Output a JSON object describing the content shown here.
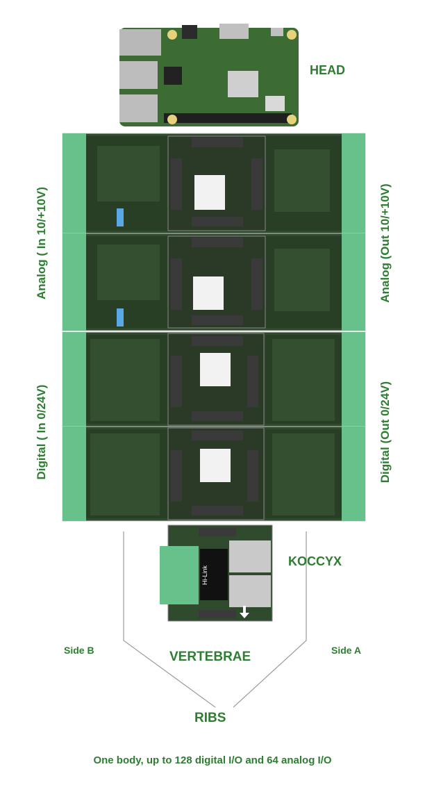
{
  "labels": {
    "head": "HEAD",
    "koccyx": "KOCCYX",
    "vertebrae": "VERTEBRAE",
    "ribs": "RIBS",
    "side_b": "Side B",
    "side_a": "Side A",
    "analog_in": "Analog  ( In 10/+10V)",
    "analog_out": "Analog  (Out 10/+10V)",
    "digital_in": "Digital  ( In  0/24V)",
    "digital_out": "Digital  (Out 0/24V)",
    "footer": "One body, up to 128 digital I/O and 64 analog I/O"
  },
  "chip_marking": "Hi-Link",
  "colors": {
    "label_green": "#2e7d32",
    "pcb_green": "#2f4a2c",
    "terminal_green": "#66c28a",
    "ethernet_silver": "#c9c9c9",
    "connector_dark": "#3a3a3a"
  },
  "icons": [
    "arrow-down-icon"
  ]
}
